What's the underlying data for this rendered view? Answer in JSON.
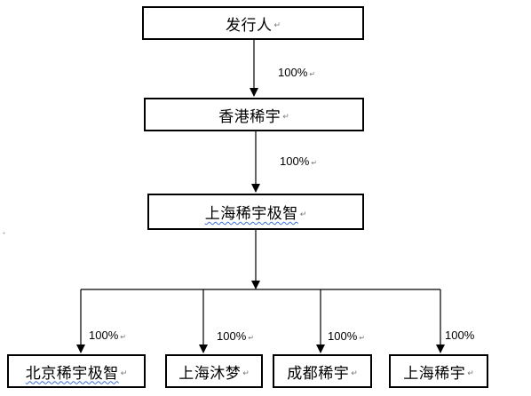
{
  "paragraph_mark": "↵",
  "nodes": {
    "issuer": "发行人",
    "hk_xiyu": "香港稀宇",
    "sh_xiyu_jizhi": "上海稀宇极智"
  },
  "subsidiaries": [
    {
      "label": "北京稀宇极智",
      "pct": "100%"
    },
    {
      "label": "上海沐梦",
      "pct": "100%"
    },
    {
      "label": "成都稀宇",
      "pct": "100%"
    },
    {
      "label": "上海稀宇",
      "pct": "100%"
    }
  ],
  "edges": {
    "issuer_to_hk": "100%",
    "hk_to_sh": "100%"
  }
}
